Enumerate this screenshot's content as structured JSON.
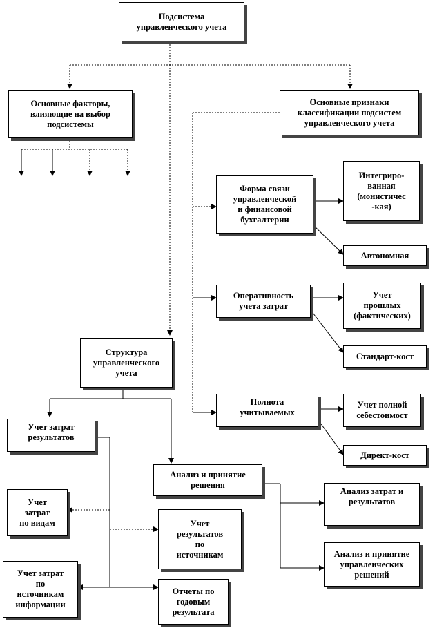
{
  "nodes": {
    "subsystem": "Подсистема\nуправленческого учета",
    "factors": "Основные факторы,\nвлияющие на выбор\nподсистемы",
    "classification": "Основные признаки\nклассификации подсистем\nуправленческого учета",
    "link_form": "Форма связи\nуправленческой\nи финансовой\nбухгалтерии",
    "integrated": "Интегриро-\nванная\n(монистичес\n-кая)",
    "autonomous": "Автономная",
    "efficiency": "Оперативность\nучета затрат",
    "actual": "Учет\nпрошлых\n(фактических)",
    "standard_cost": "Стандарт-кост",
    "completeness": "Полнота\nучитываемых",
    "full_cost": "Учет полной\nсебестоимост",
    "direct_cost": "Директ-кост",
    "structure": "Структура\nуправленческого\nучета",
    "cost_results": "Учет затрат\nрезультатов",
    "analysis": "Анализ и принятие\nрешения",
    "analysis_costs": "Анализ затрат и\nрезультатов",
    "analysis_decisions": "Анализ и принятие\nуправленческих\nрешений",
    "costs_by_type": "Учет\nзатрат\nпо видам",
    "results_by_source": "Учет\nрезультатов\nпо\nисточникам",
    "costs_by_info": "Учет  затрат\nпо\nисточникам\nинформации",
    "annual_reports": "Отчеты по\nгодовым\nрезультата"
  }
}
